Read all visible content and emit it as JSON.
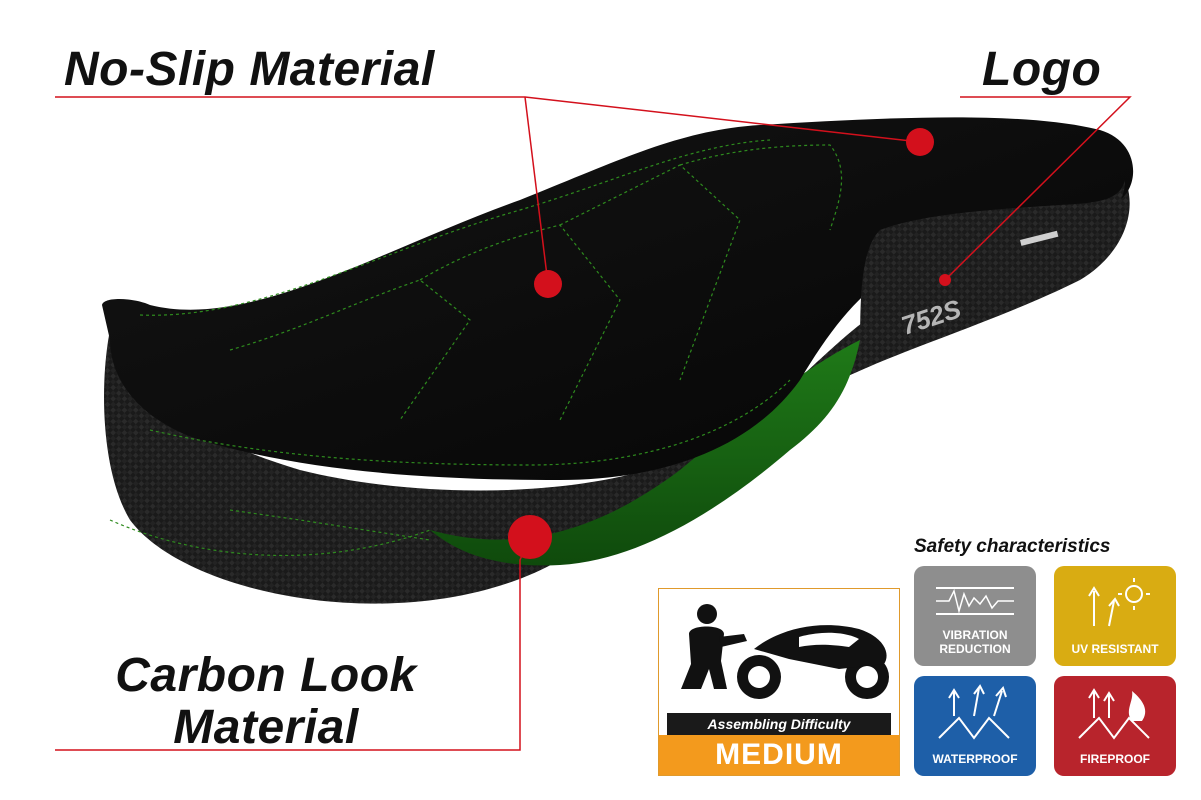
{
  "callouts": {
    "no_slip": "No-Slip Material",
    "logo": "Logo",
    "carbon_line1": "Carbon Look",
    "carbon_line2": "Material"
  },
  "seat": {
    "logo_text": "752S"
  },
  "difficulty": {
    "label": "Assembling Difficulty",
    "level": "MEDIUM"
  },
  "safety": {
    "title": "Safety characteristics",
    "tiles": [
      {
        "line1": "VIBRATION",
        "line2": "REDUCTION",
        "color": "#8e8e8e",
        "icon": "vibration-icon"
      },
      {
        "line1": "UV RESISTANT",
        "line2": "",
        "color": "#d9ac12",
        "icon": "sun-icon"
      },
      {
        "line1": "WATERPROOF",
        "line2": "",
        "color": "#1e5fa8",
        "icon": "water-drops-icon"
      },
      {
        "line1": "FIREPROOF",
        "line2": "",
        "color": "#b8242c",
        "icon": "flame-icon"
      }
    ]
  },
  "colors": {
    "accent_red": "#d3101c",
    "stitch_green": "#2e8b1e",
    "seat_black": "#0c0c0c"
  }
}
